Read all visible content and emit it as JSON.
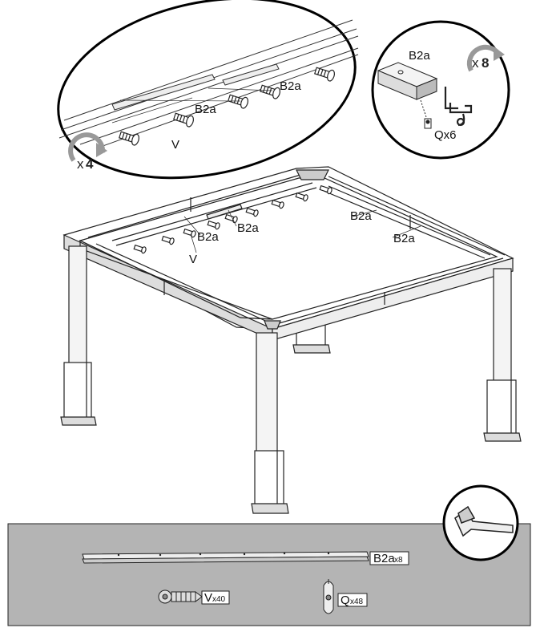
{
  "callout_detail": {
    "part_label_1": "B2a",
    "part_label_2": "B2a",
    "screw_label": "V",
    "repeat_prefix": "x",
    "repeat_count": "4"
  },
  "callout_profile": {
    "part_label": "B2a",
    "clip_label": "Qx6",
    "repeat_prefix": "x",
    "repeat_count": "8"
  },
  "main_view": {
    "labels": [
      "B2a",
      "B2a",
      "V",
      "B2a",
      "B2a"
    ]
  },
  "parts_panel": {
    "rail": {
      "name": "B2a",
      "qty": "x8"
    },
    "screw": {
      "name": "V",
      "qty": "x40"
    },
    "clip": {
      "name": "Q",
      "qty": "x48"
    }
  }
}
